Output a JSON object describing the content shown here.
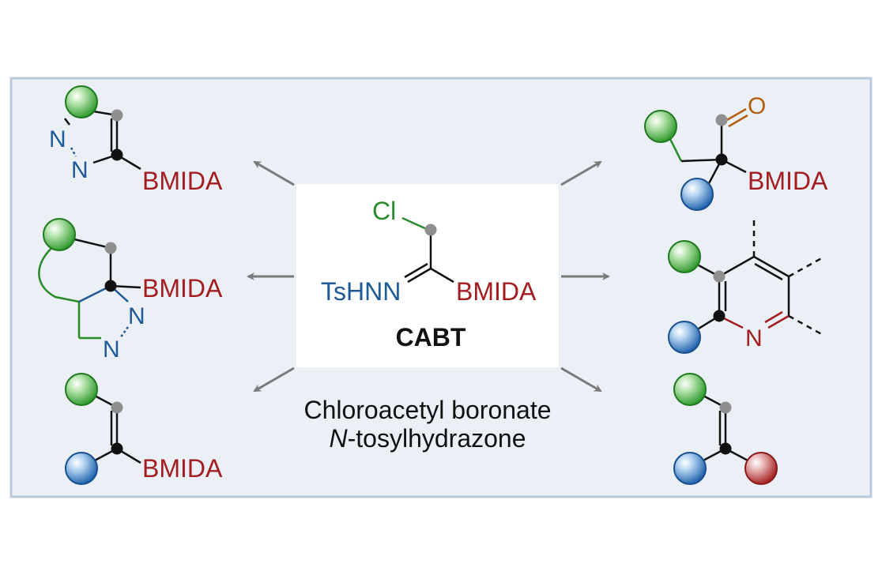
{
  "colors": {
    "panel_bg": "#eaf0f5",
    "panel_border": "#b9cbdb",
    "center_box": "#ffffff",
    "bmida": "#a31d20",
    "nitrogen": "#1f5a98",
    "chlorine": "#2d8a2d",
    "oxygen": "#b35f12",
    "ring_green": "#2a8a2a",
    "arrow": "#7a7a7a",
    "black_atom": "#111111",
    "grey_atom": "#8f8f8f"
  },
  "sphere_colors": [
    "green",
    "blue",
    "red"
  ],
  "center": {
    "cl_label": "Cl",
    "tshnn_label": "TsHNN",
    "bmida_label": "BMIDA",
    "compound_label": "CABT",
    "caption_line1": "Chloroacetyl boronate",
    "caption_line2_italic": "N",
    "caption_line2_rest": "-tosylhydrazone"
  },
  "products": {
    "pyrazole": {
      "bmida": "BMIDA",
      "n_top": "N",
      "n_bottom": "N"
    },
    "bicyclic_pyrazoline": {
      "bmida": "BMIDA",
      "n_right": "N",
      "n_bottom": "N"
    },
    "vinyl_boronate": {
      "bmida": "BMIDA"
    },
    "alpha_boryl_aldehyde": {
      "bmida": "BMIDA",
      "o_label": "O"
    },
    "pyridine": {
      "n_label": "N"
    },
    "alkene": {}
  }
}
